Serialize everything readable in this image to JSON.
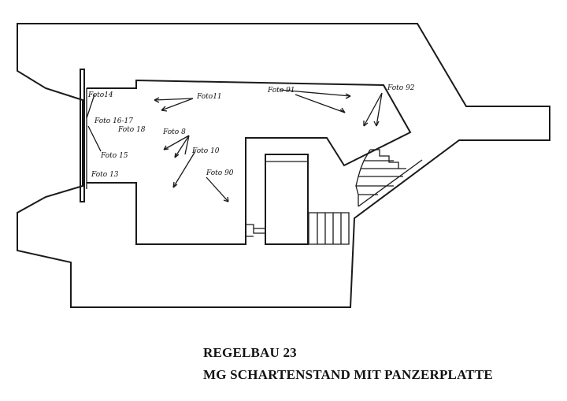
{
  "diagram": {
    "caption_line1": "REGELBAU 23",
    "caption_line2": "MG SCHARTENSTAND MIT PANZERPLATTE",
    "photo_labels": [
      "Foto14",
      "Foto11",
      "Foto 91",
      "Foto 92",
      "Foto 16-17",
      "Foto 18",
      "Foto 8",
      "Foto 10",
      "Foto 15",
      "Foto 90",
      "Foto 13"
    ]
  }
}
